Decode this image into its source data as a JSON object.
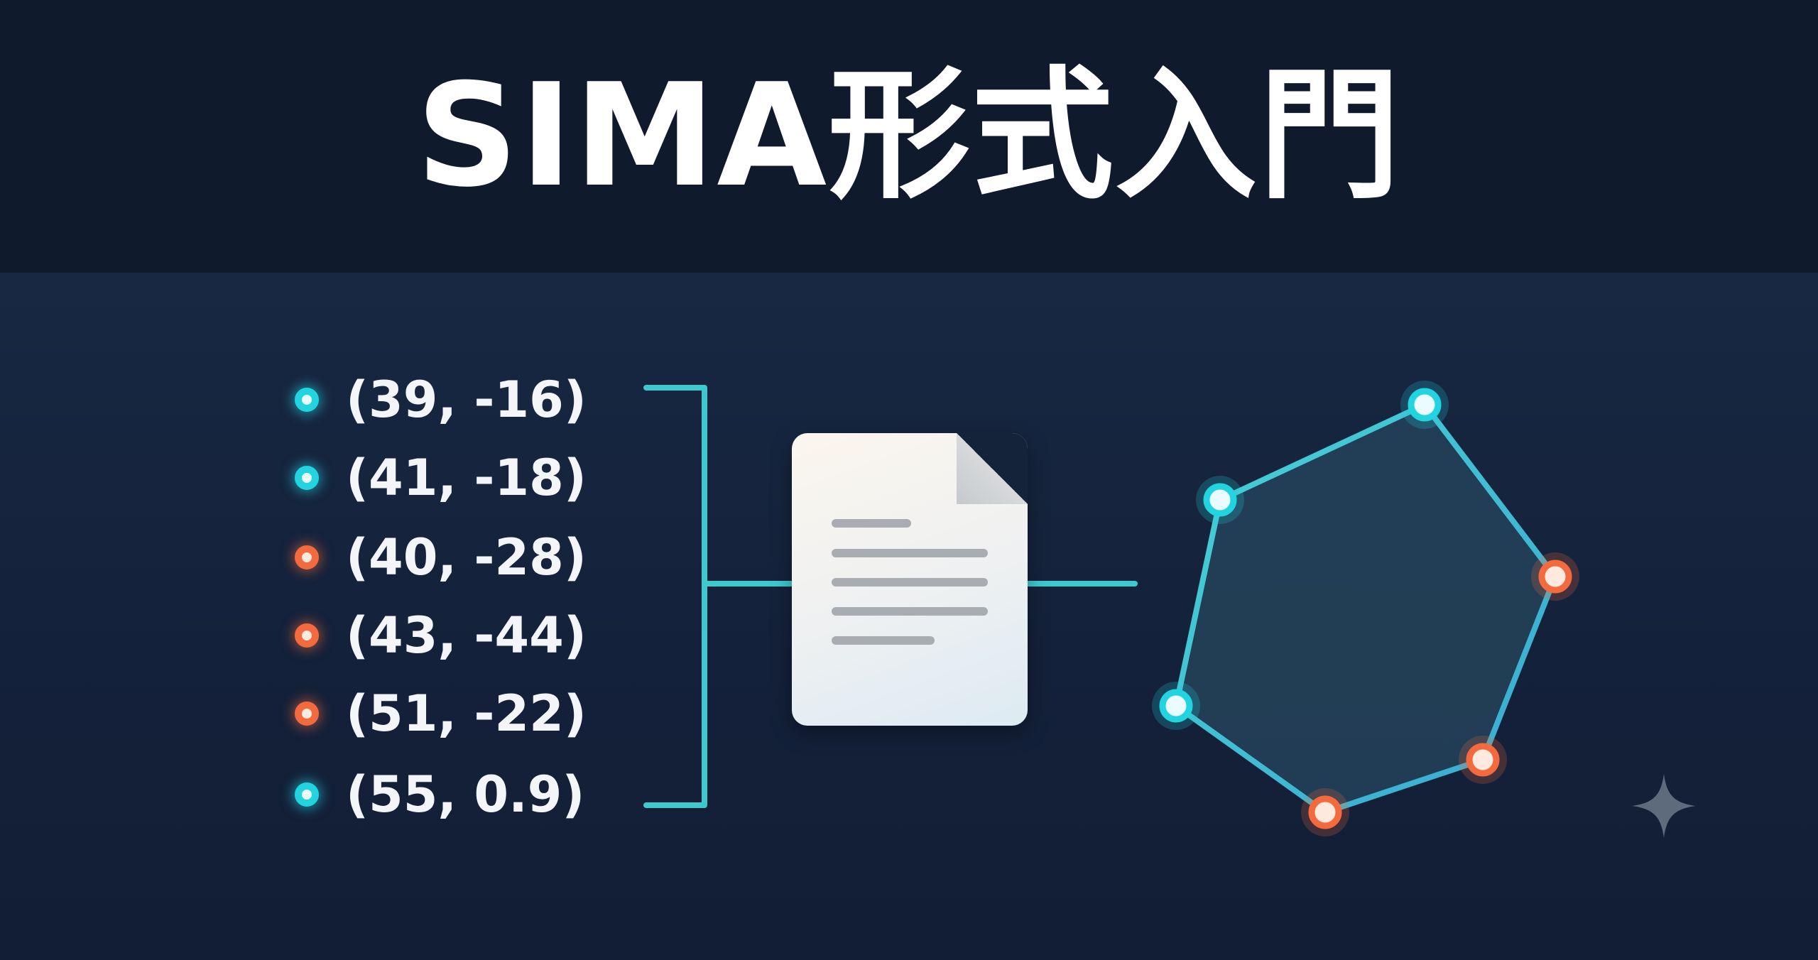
{
  "title": "SIMA形式入門",
  "coordinates": [
    {
      "label": "(39, -16)",
      "color": "cyan"
    },
    {
      "label": "(41, -18)",
      "color": "cyan"
    },
    {
      "label": "(40, -28)",
      "color": "orange"
    },
    {
      "label": "(43, -44)",
      "color": "orange"
    },
    {
      "label": "(51, -22)",
      "color": "orange"
    },
    {
      "label": "(55, 0.9)",
      "color": "cyan"
    }
  ],
  "polygon_vertices": [
    {
      "color": "cyan"
    },
    {
      "color": "cyan"
    },
    {
      "color": "orange"
    },
    {
      "color": "orange"
    },
    {
      "color": "orange"
    },
    {
      "color": "cyan"
    }
  ],
  "colors": {
    "cyan": "#22d3e0",
    "orange": "#f26a3d",
    "line": "#3fc9cf",
    "header_bg": "#0f1a2d",
    "body_bg": "#14223a"
  },
  "icons": {
    "document": "document-icon",
    "sparkle": "sparkle-icon"
  }
}
